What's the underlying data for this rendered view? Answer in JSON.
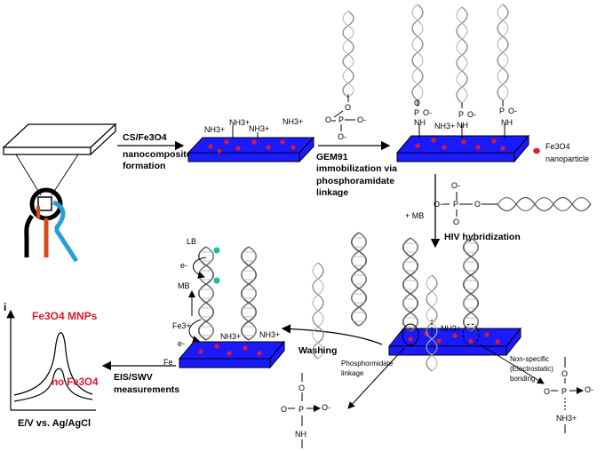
{
  "steps": {
    "step1": [
      "CS/Fe3O4",
      "nanocomposite",
      "formation"
    ],
    "step2": [
      "GEM91",
      "immobilization via",
      "phosphoramidate",
      "linkage"
    ],
    "step3_reagent": "+ MB",
    "step3": "HIV hybridization",
    "step4": "Washing",
    "step5": [
      "EIS/SWV",
      "measurements"
    ]
  },
  "legend": {
    "fe3o4": [
      "Fe3O4",
      "nanoparticle"
    ]
  },
  "surface_groups": {
    "nh3": "NH3+",
    "nh": "NH"
  },
  "phosphate": {
    "o": "O",
    "p": "P",
    "o_minus": "O-"
  },
  "redox": {
    "lb": "LB",
    "mb": "MB",
    "e": "e-",
    "fe3": "Fe3+",
    "fe": "Fe"
  },
  "bonding": {
    "covalent": [
      "Phosphormidate",
      "linkage"
    ],
    "noncovalent": [
      "Non-specific",
      "(Electrostatic)",
      "bonding"
    ]
  },
  "plot": {
    "y_label": "i",
    "x_label": "E/V vs. Ag/AgCl",
    "curve_high": "Fe3O4 MNPs",
    "curve_low": "no Fe3O4"
  },
  "colors": {
    "electrode_blue": "#1a1aff",
    "dot_red": "#e0192b",
    "probe_gray": "#8c8c8c",
    "label_red": "#e0192b",
    "wire_red": "#d94a1a",
    "wire_blue": "#2a9fd6"
  }
}
